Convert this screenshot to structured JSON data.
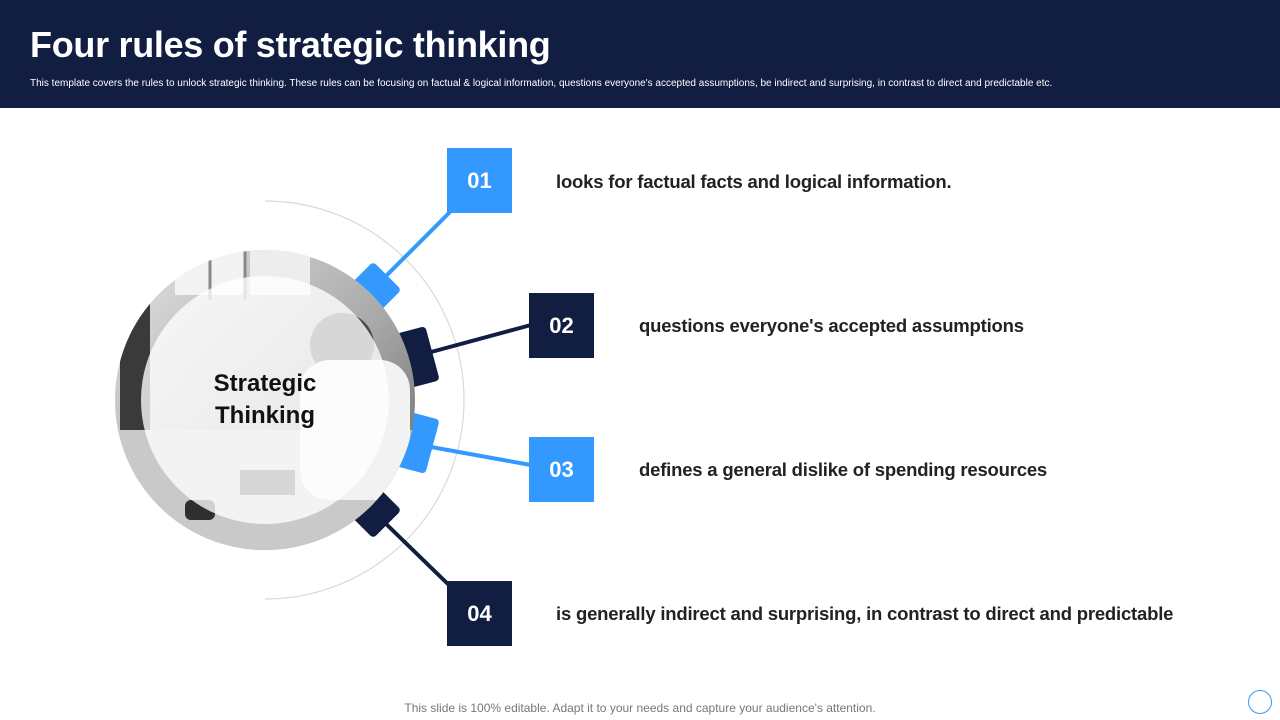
{
  "header": {
    "title": "Four rules of strategic thinking",
    "subtitle": "This template covers the rules to unlock strategic thinking. These rules can be focusing on factual & logical information, questions everyone's accepted assumptions, be indirect and surprising, in contrast to direct and predictable etc."
  },
  "center": {
    "line1": "Strategic",
    "line2": "Thinking",
    "image": "office-meeting-photo"
  },
  "steps": [
    {
      "number": "01",
      "text": "looks for factual facts and logical information.",
      "color": "#3399ff"
    },
    {
      "number": "02",
      "text": "questions everyone's accepted assumptions",
      "color": "#111e42"
    },
    {
      "number": "03",
      "text": "defines a general dislike of spending resources",
      "color": "#3399ff"
    },
    {
      "number": "04",
      "text": "is generally indirect and surprising, in contrast to direct and predictable",
      "color": "#111e42"
    }
  ],
  "footer": {
    "note": "This slide is 100% editable. Adapt it to your needs and capture your audience's attention."
  },
  "colors": {
    "navy": "#111e42",
    "blue": "#3399ff"
  }
}
